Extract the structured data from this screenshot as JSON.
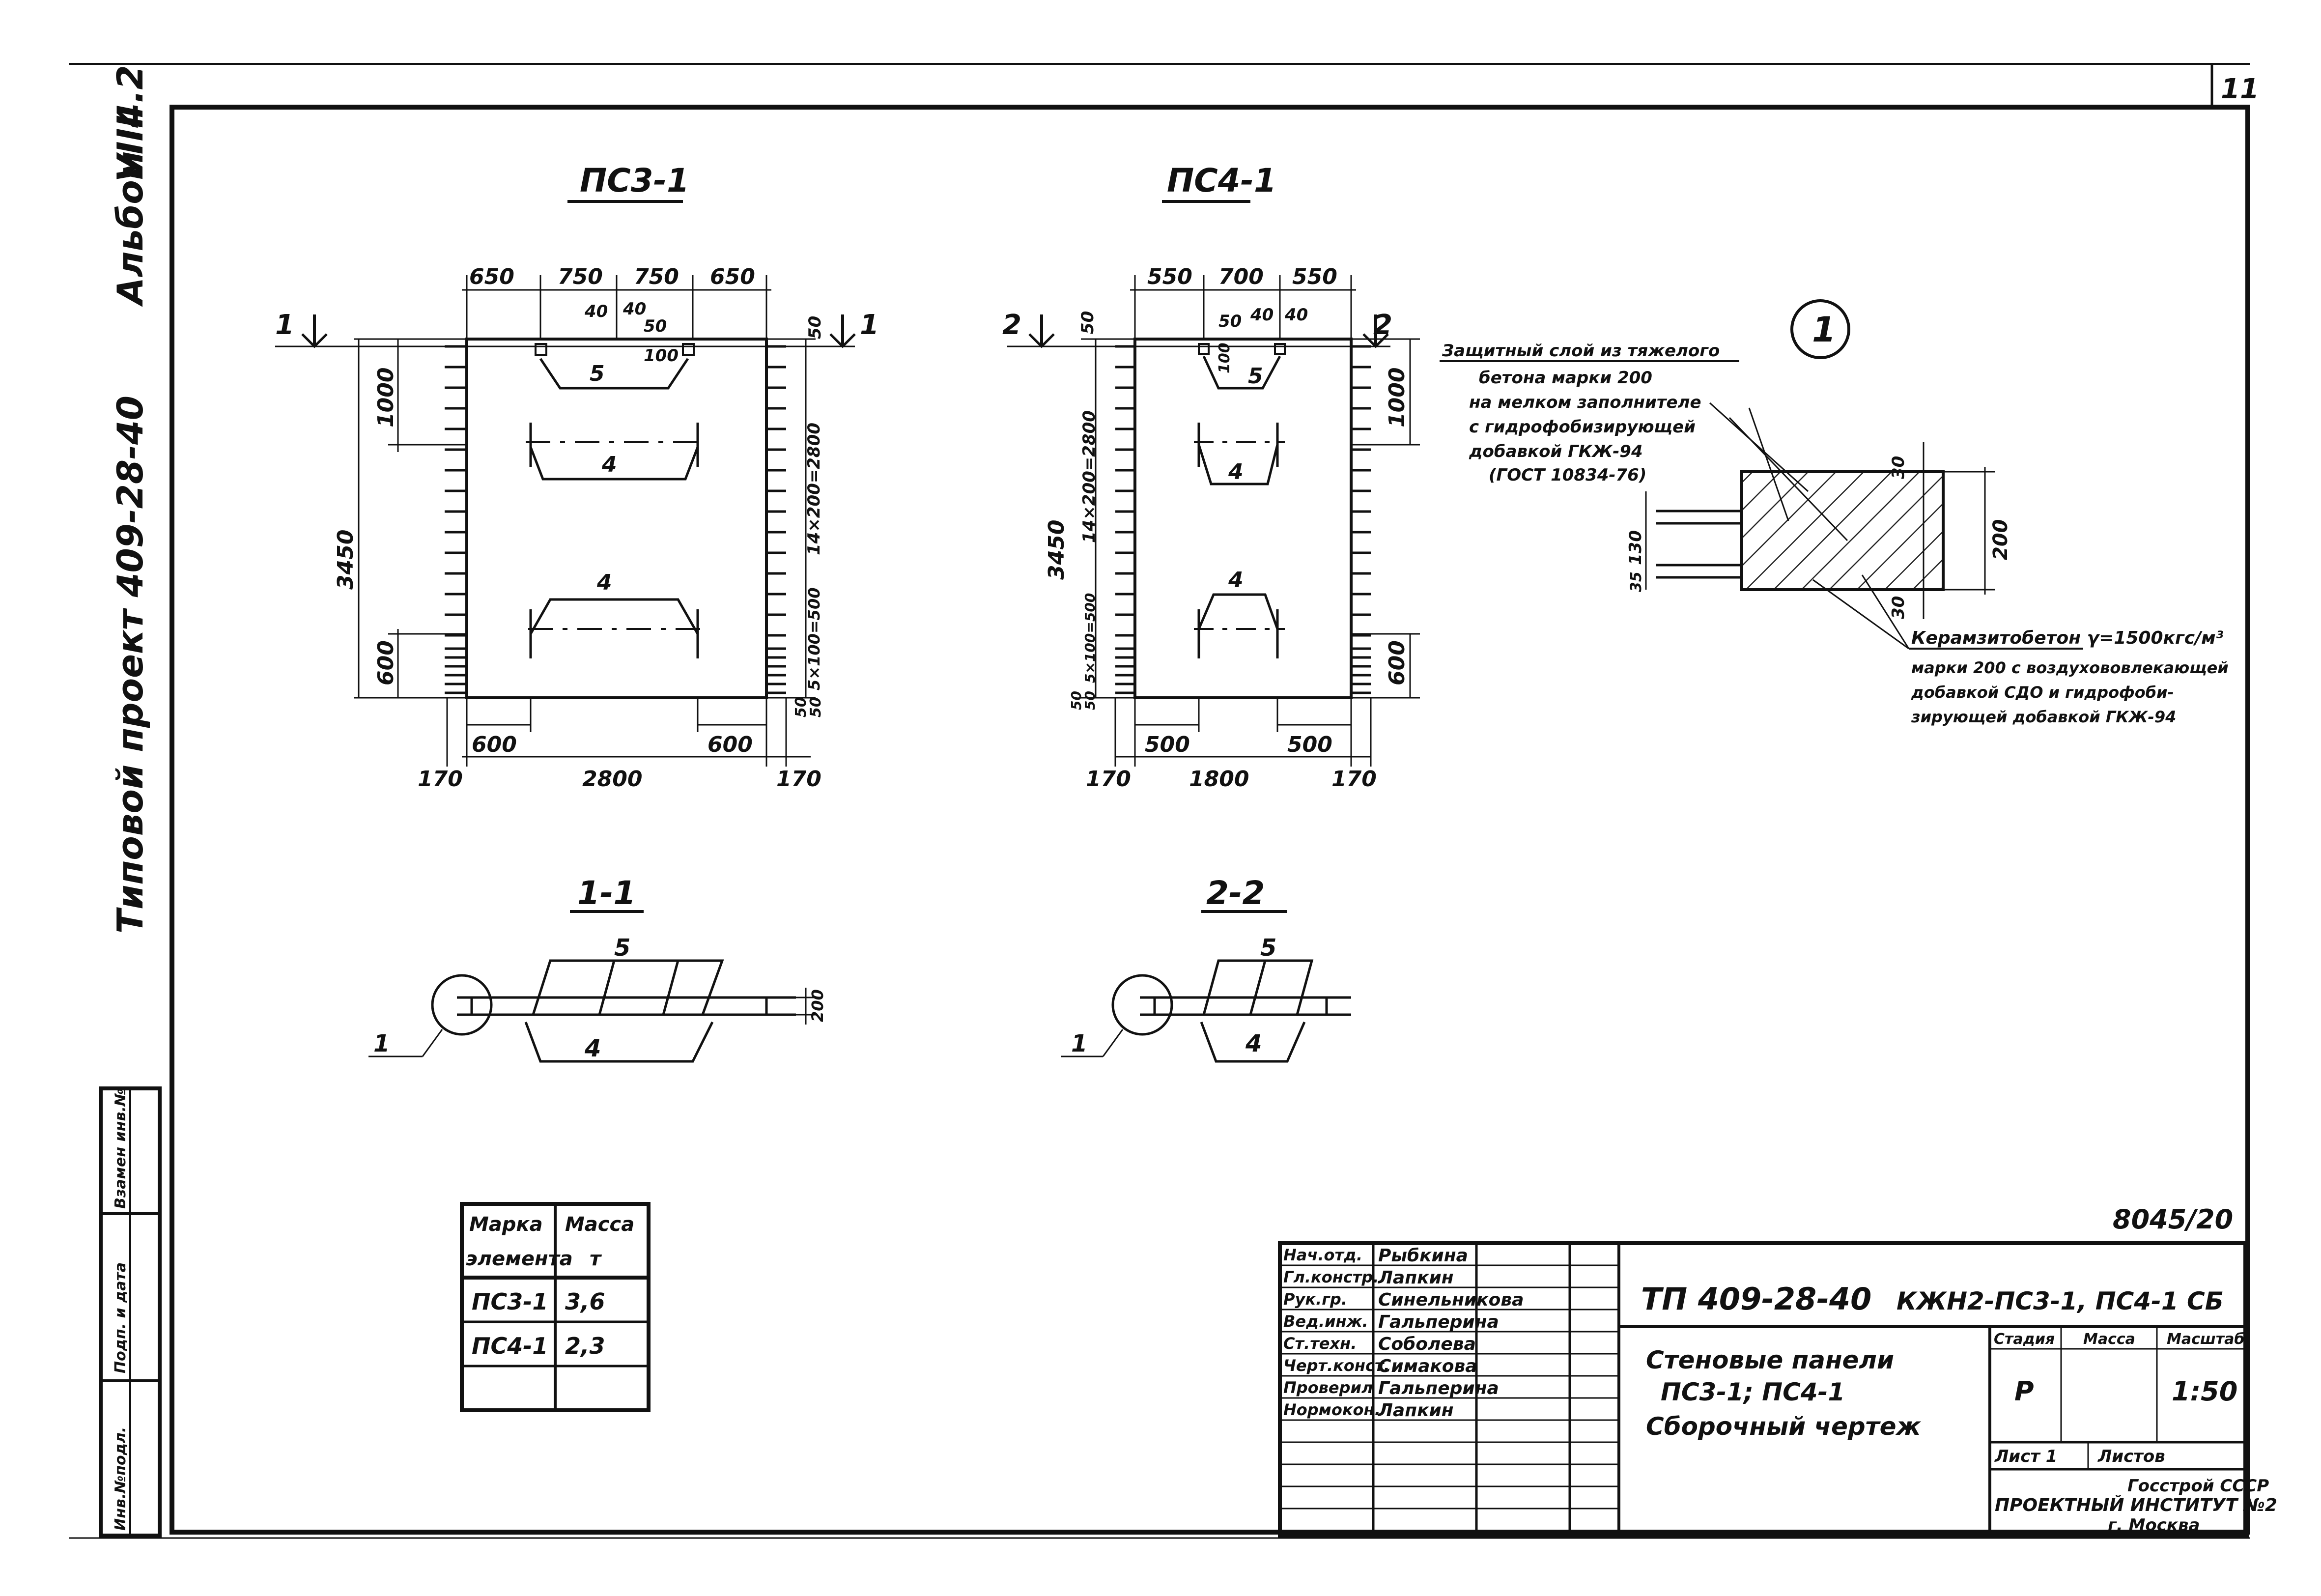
{
  "sheet_number": "11",
  "side_stamp": {
    "album": "Альбом",
    "album_vol": "VIII",
    "album_part": "4.2",
    "project": "Типовой  проект  409-28-40"
  },
  "left_strip": [
    "Инв.№подл.",
    "Подп. и дата",
    "Взамен инв.№"
  ],
  "views": {
    "ps3_title": "ПС3-1",
    "ps4_title": "ПС4-1",
    "section11_title": "1-1",
    "section22_title": "2-2"
  },
  "ps3_dims": {
    "top": [
      "650",
      "750",
      "750",
      "650"
    ],
    "small": [
      "40",
      "40",
      "50",
      "100"
    ],
    "left": [
      "1000",
      "3450",
      "600"
    ],
    "right": [
      "50",
      "14×200=2800",
      "50",
      "50",
      "5×100=500"
    ],
    "bottom_inner": [
      "600",
      "600"
    ],
    "bottom": [
      "170",
      "2800",
      "170"
    ],
    "marks": [
      "5",
      "4",
      "4"
    ],
    "section_mark": "1"
  },
  "ps4_dims": {
    "top": [
      "550",
      "700",
      "550"
    ],
    "small": [
      "50",
      "40",
      "40",
      "100"
    ],
    "left": [
      "50",
      "14×200=2800",
      "3450",
      "5×100=500",
      "50",
      "50"
    ],
    "right": [
      "1000",
      "600"
    ],
    "bottom_inner": [
      "500",
      "500"
    ],
    "bottom": [
      "170",
      "1800",
      "170"
    ],
    "marks": [
      "5",
      "4",
      "4"
    ],
    "section_mark": "2"
  },
  "section_marks": {
    "s1": [
      "5",
      "4",
      "1",
      "200"
    ],
    "s2": [
      "5",
      "4",
      "1"
    ]
  },
  "detail": {
    "number": "1",
    "note_top": [
      "Защитный слой из тяжелого",
      "бетона марки 200",
      "на мелком заполнителе",
      "с гидрофобизирующей",
      "добавкой ГКЖ-94",
      "(ГОСТ 10834-76)"
    ],
    "note_bottom": [
      "Керамзитобетон γ=1500кгс/м³",
      "марки 200 с воздухововлекающей",
      "добавкой СДО и гидрофоби-",
      "зирующей добавкой ГКЖ-94"
    ],
    "dims": [
      "30",
      "30",
      "200",
      "130",
      "35"
    ]
  },
  "mass_table": {
    "header": [
      "Марка элемента",
      "Масса т"
    ],
    "rows": [
      [
        "ПС3-1",
        "3,6"
      ],
      [
        "ПС4-1",
        "2,3"
      ]
    ]
  },
  "doc_number": "8045/20",
  "title_block": {
    "roles": [
      "Нач.отд.",
      "Гл.констр.",
      "Рук.гр.",
      "Вед.инж.",
      "Ст.техн.",
      "Черт.конст.",
      "Проверил",
      "Нормокон."
    ],
    "names": [
      "Рыбкина",
      "Лапкин",
      "Синельникова",
      "Гальперина",
      "Соболева",
      "Симакова",
      "Гальперина",
      "Лапкин"
    ],
    "project_code": "ТП 409-28-40",
    "sheet_code": "КЖН2-ПС3-1, ПС4-1 СБ",
    "title": [
      "Стеновые  панели",
      "ПС3-1;  ПС4-1",
      "Сборочный  чертеж"
    ],
    "stage_label": "Стадия",
    "mass_label": "Масса",
    "scale_label": "Масштаб",
    "stage": "Р",
    "scale": "1:50",
    "sheet_label": "Лист 1",
    "sheets_label": "Листов",
    "org": [
      "Госстрой СССР",
      "ПРОЕКТНЫЙ ИНСТИТУТ №2",
      "г. Москва"
    ]
  }
}
